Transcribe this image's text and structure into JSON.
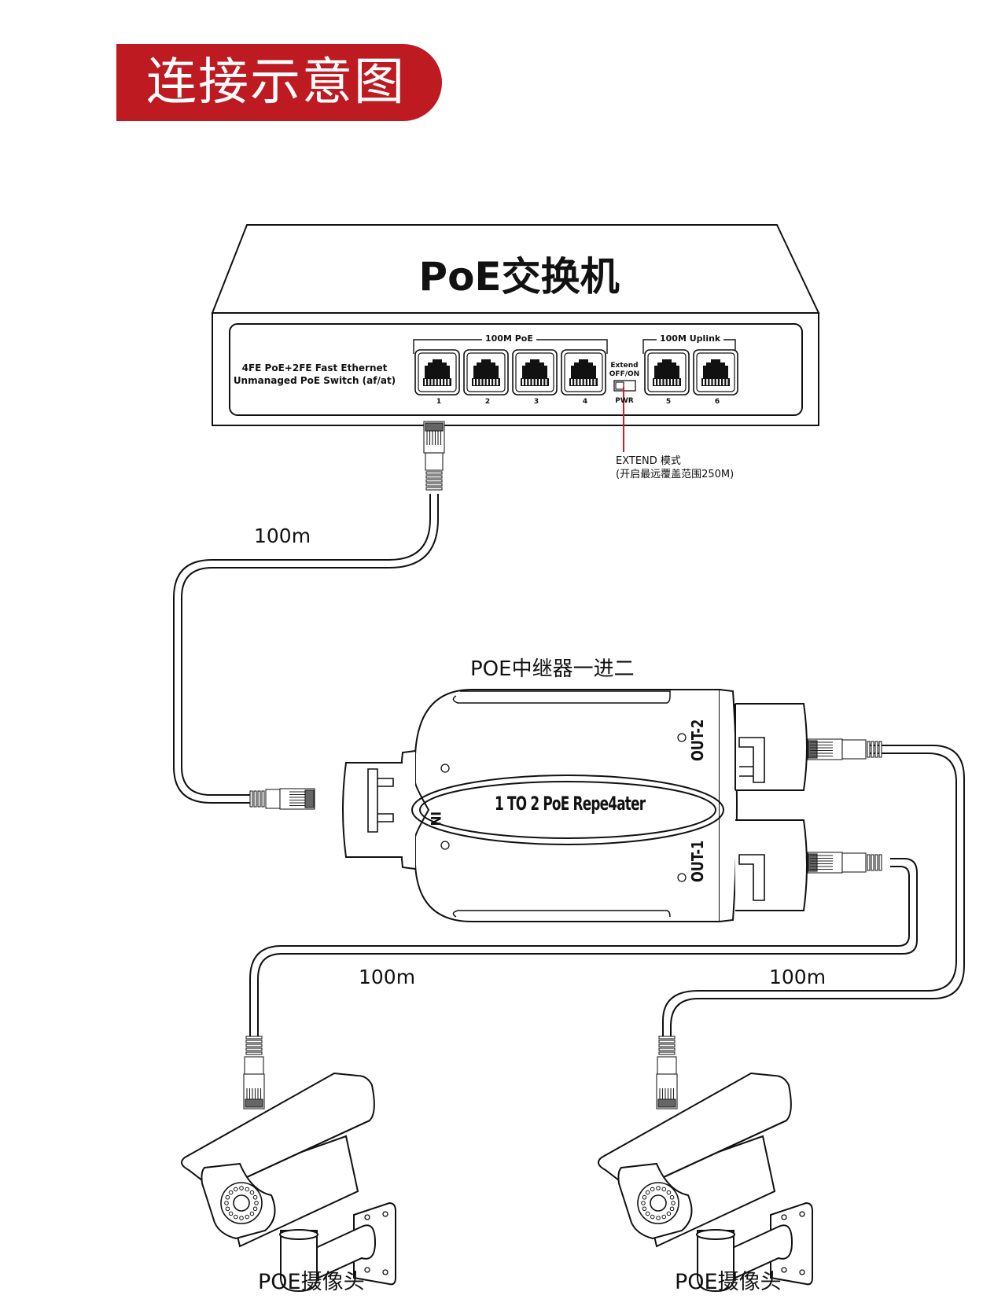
{
  "banner": {
    "title": "连接示意图",
    "color": "#be1a22"
  },
  "switch": {
    "title": "PoE交换机",
    "description_line1": "4FE PoE+2FE Fast Ethernet",
    "description_line2": "Unmanaged PoE Switch (af/at)",
    "poe_group_label": "100M PoE",
    "uplink_group_label": "100M Uplink",
    "ports": [
      "1",
      "2",
      "3",
      "4",
      "5",
      "6"
    ],
    "extend_label_line1": "Extend",
    "extend_label_line2": "OFF/ON",
    "pwr_label": "PWR"
  },
  "callout": {
    "line1": "EXTEND 模式",
    "line2": "(开启最远覆盖范围250M)",
    "color": "#d7192a"
  },
  "cables": {
    "switch_to_repeater": "100m",
    "repeater_out1_to_camera1": "100m",
    "repeater_out2_to_camera2": "100m"
  },
  "repeater": {
    "title": "POE中继器一进二",
    "badge": "1 TO 2 PoE Repe4ater",
    "in_label": "IN",
    "out1_label": "OUT-1",
    "out2_label": "OUT-2"
  },
  "cameras": [
    {
      "label": "POE摄像头"
    },
    {
      "label": "POE摄像头"
    }
  ]
}
